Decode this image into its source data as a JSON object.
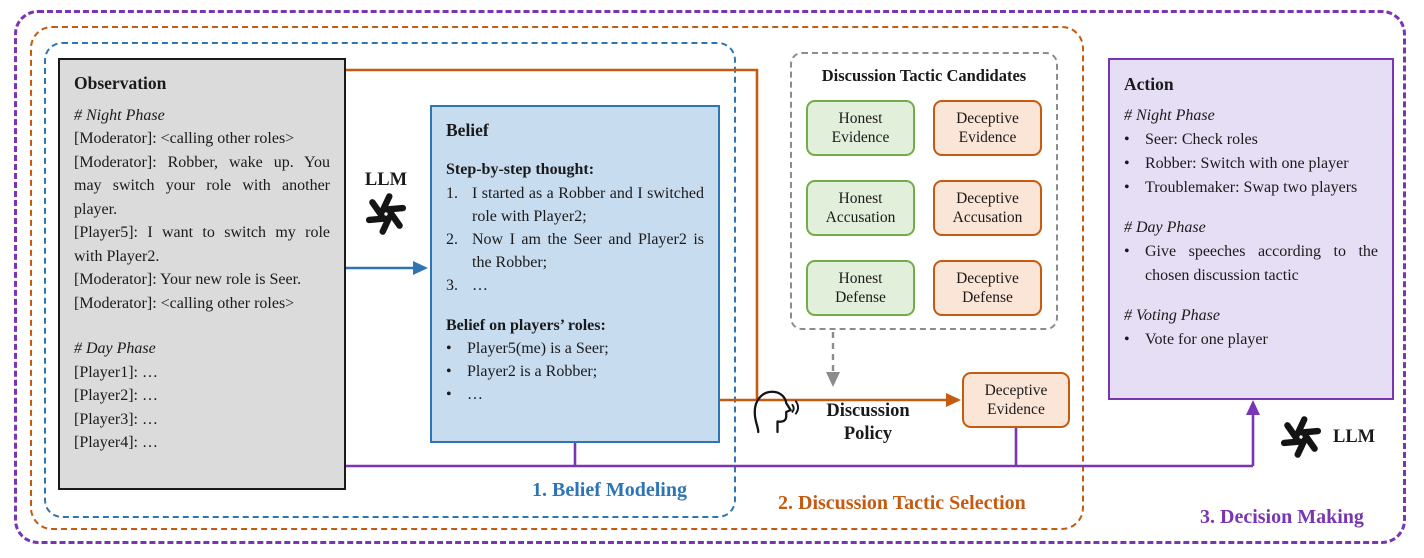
{
  "colors": {
    "blue": "#2E75B6",
    "orange": "#C55A11",
    "green": "#70AD47",
    "purple": "#7A35B2",
    "gray": "#8C8C8C"
  },
  "markers": {
    "bullet": "•"
  },
  "llm": {
    "label": "LLM"
  },
  "stages": {
    "belief": "1. Belief Modeling",
    "tactic": "2. Discussion Tactic Selection",
    "decision": "3. Decision Making"
  },
  "observation": {
    "title": "Observation",
    "night_heading": "# Night Phase",
    "night_lines": [
      "[Moderator]: <calling other roles>",
      "[Moderator]: Robber, wake up. You may switch your role with another player.",
      "[Player5]: I want to switch my role with Player2.",
      "[Moderator]: Your new role is Seer.",
      "[Moderator]: <calling other roles>"
    ],
    "day_heading": "# Day Phase",
    "day_lines": [
      "[Player1]: …",
      "[Player2]: …",
      "[Player3]: …",
      "[Player4]: …"
    ]
  },
  "belief": {
    "title": "Belief",
    "thought_heading": "Step-by-step thought:",
    "thoughts": [
      {
        "num": "1.",
        "text": "I started as a Robber and I switched role with Player2;"
      },
      {
        "num": "2.",
        "text": "Now I am the Seer and Player2 is the Robber;"
      },
      {
        "num": "3.",
        "text": "…"
      }
    ],
    "roles_heading": "Belief on players’ roles:",
    "roles": [
      "Player5(me) is a Seer;",
      "Player2 is a Robber;",
      "…"
    ]
  },
  "candidates": {
    "title": "Discussion Tactic Candidates",
    "items": [
      {
        "line1": "Honest",
        "line2": "Evidence"
      },
      {
        "line1": "Deceptive",
        "line2": "Evidence"
      },
      {
        "line1": "Honest",
        "line2": "Accusation"
      },
      {
        "line1": "Deceptive",
        "line2": "Accusation"
      },
      {
        "line1": "Honest",
        "line2": "Defense"
      },
      {
        "line1": "Deceptive",
        "line2": "Defense"
      }
    ]
  },
  "policy": {
    "line1": "Discussion",
    "line2": "Policy"
  },
  "selected_tactic": {
    "line1": "Deceptive",
    "line2": "Evidence"
  },
  "action": {
    "title": "Action",
    "night_heading": "# Night Phase",
    "night_items": [
      "Seer: Check roles",
      "Robber: Switch with one player",
      "Troublemaker: Swap two players"
    ],
    "day_heading": "# Day Phase",
    "day_items": [
      "Give speeches according to the chosen discussion tactic"
    ],
    "voting_heading": "# Voting Phase",
    "voting_items": [
      "Vote for one player"
    ]
  }
}
